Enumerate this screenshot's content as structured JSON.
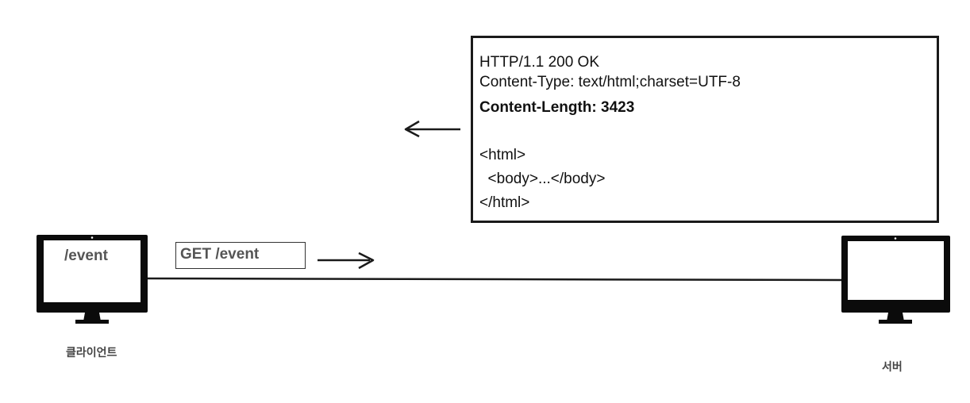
{
  "client": {
    "screen_text": "/event",
    "label": "클라이언트"
  },
  "server": {
    "label": "서버"
  },
  "request": {
    "label": "GET /event"
  },
  "response": {
    "lines": [
      "HTTP/1.1 200 OK",
      "Content-Type: text/html;charset=UTF-8",
      "Content-Length: 3423",
      "<html>",
      "  <body>...</body>",
      "</html>"
    ]
  },
  "colors": {
    "stroke": "#1a1a1a",
    "label_gray": "#555555"
  }
}
